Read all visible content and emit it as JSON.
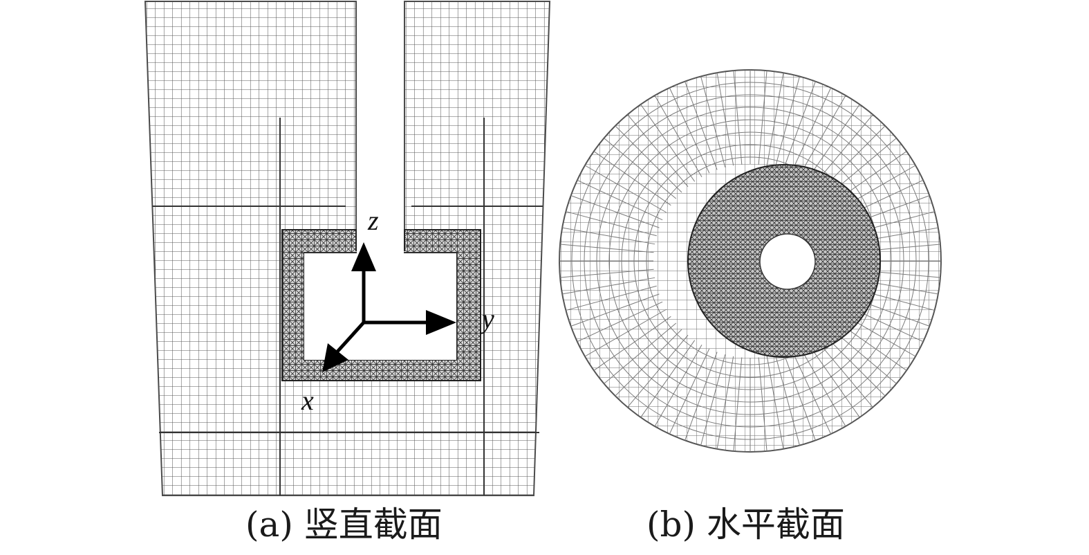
{
  "figure": {
    "panel_a": {
      "caption": "(a) 竖直截面",
      "axes": {
        "z": "z",
        "y": "y",
        "x": "x"
      }
    },
    "panel_b": {
      "caption": "(b) 水平截面"
    }
  },
  "colors": {
    "mesh_line": "#555555",
    "mesh_dense": "#333333",
    "arrow": "#000000",
    "background": "#ffffff"
  }
}
